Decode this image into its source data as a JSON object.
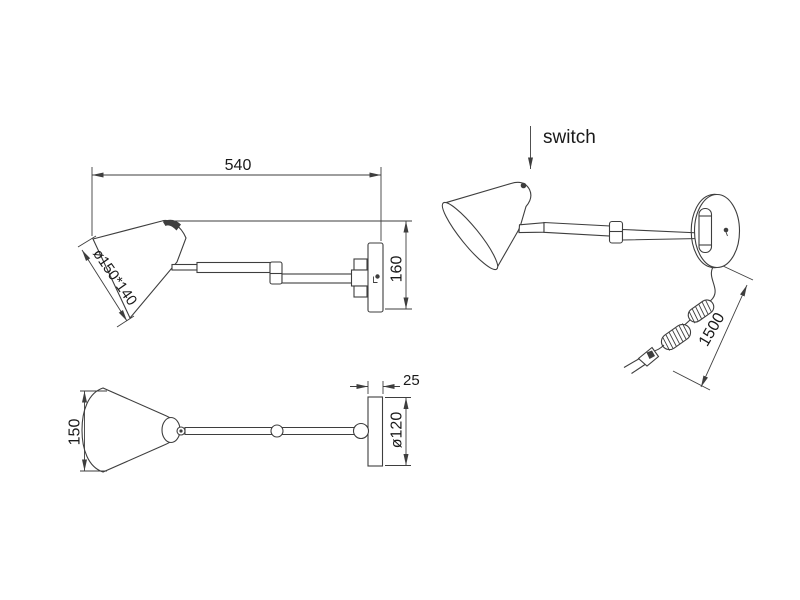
{
  "diagram": {
    "type": "technical-dimension-drawing",
    "subject": "swing-arm wall lamp with plug-in cord and switch",
    "colors": {
      "background": "#ffffff",
      "line": "#3e3e3e",
      "text": "#1a1a1a"
    },
    "views": {
      "side_view": {
        "name": "side elevation view",
        "labels": {
          "width": "540",
          "height": "160",
          "shade_size": "ø150*140"
        }
      },
      "perspective_view": {
        "name": "perspective view",
        "labels": {
          "switch": "switch",
          "cable_length": "1500"
        }
      },
      "top_view": {
        "name": "top plan view",
        "labels": {
          "shade_height": "150",
          "plate_depth": "25",
          "plate_diameter": "ø120"
        }
      }
    }
  }
}
